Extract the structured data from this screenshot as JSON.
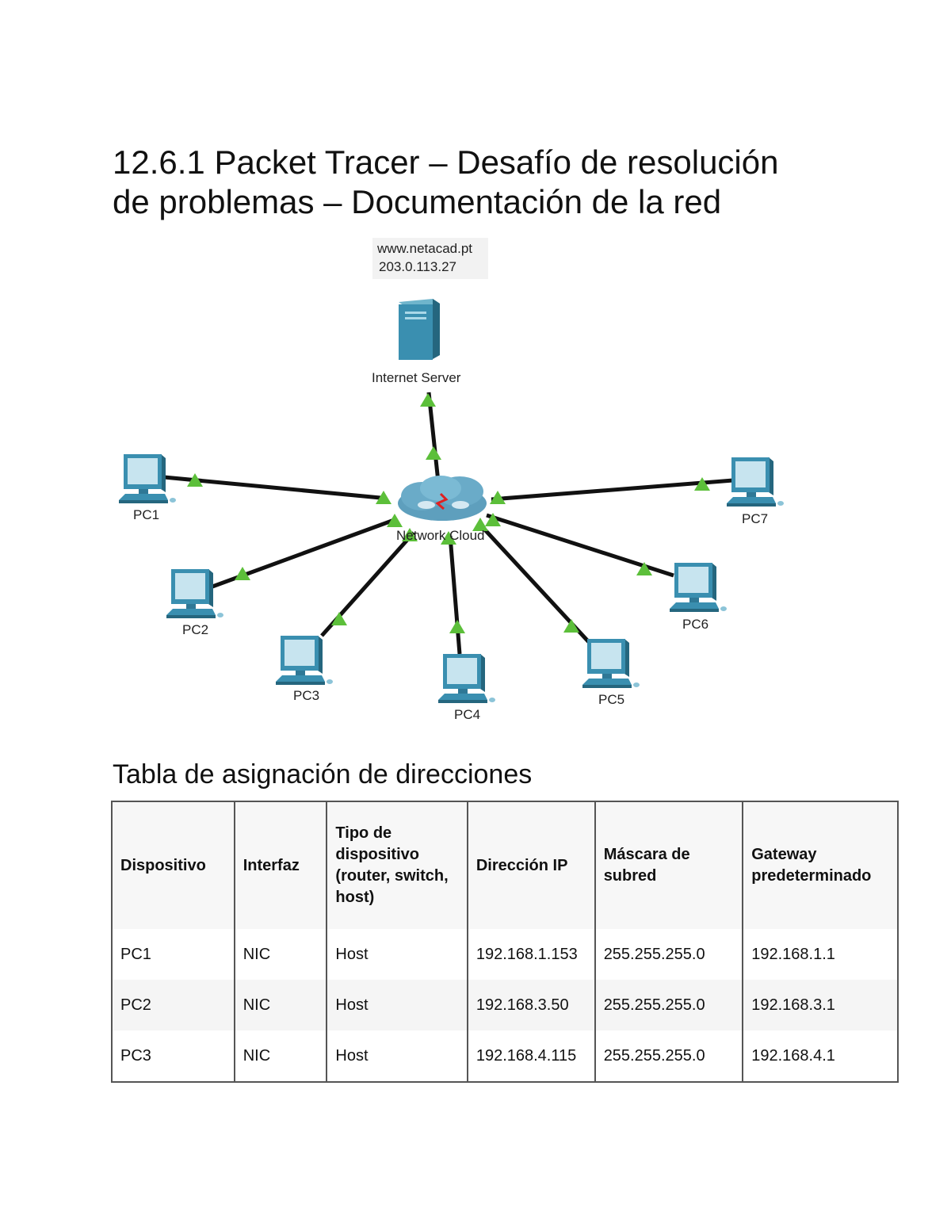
{
  "title": {
    "line1": "12.6.1 Packet Tracer – Desafío de resolución",
    "line2": "de problemas – Documentación de la red"
  },
  "diagram": {
    "server_url": "www.netacad.pt",
    "server_ip": "203.0.113.27",
    "server_label": "Internet Server",
    "cloud_label": "Network Cloud",
    "pcs": [
      "PC1",
      "PC2",
      "PC3",
      "PC4",
      "PC5",
      "PC6",
      "PC7"
    ],
    "colors": {
      "link": "#111111",
      "port_up": "#5cbf3a",
      "device": "#3a8fb0"
    }
  },
  "table_title": "Tabla de asignación de direcciones",
  "table": {
    "headers": [
      "Dispositivo",
      "Interfaz",
      "Tipo de dispositivo (router, switch, host)",
      "Dirección IP",
      "Máscara de subred",
      "Gateway predeterminado"
    ],
    "rows": [
      [
        "PC1",
        "NIC",
        "Host",
        "192.168.1.153",
        "255.255.255.0",
        "192.168.1.1"
      ],
      [
        "PC2",
        "NIC",
        "Host",
        "192.168.3.50",
        "255.255.255.0",
        "192.168.3.1"
      ],
      [
        "PC3",
        "NIC",
        "Host",
        "192.168.4.115",
        "255.255.255.0",
        "192.168.4.1"
      ]
    ]
  }
}
